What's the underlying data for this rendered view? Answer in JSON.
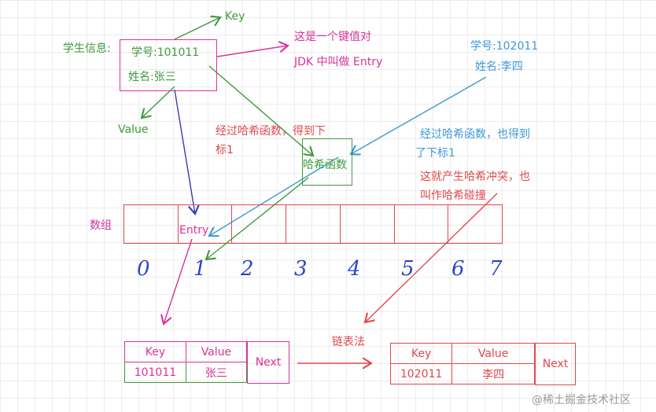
{
  "student1": {
    "prefix": "学生信息:",
    "id_line": "学号:101011",
    "name_line": "姓名:张三",
    "key_label": "Key",
    "value_label": "Value"
  },
  "note_kv": {
    "line1": "这是一个键值对",
    "line2": "JDK 中叫做 Entry"
  },
  "student2": {
    "id_line": "学号:102011",
    "name_line": "姓名:李四"
  },
  "hash_box": {
    "label": "哈希函数"
  },
  "note_hash1": {
    "line1": "经过哈希函数，得到下",
    "line2": "标1"
  },
  "note_hash2": {
    "line1": "经过哈希函数，也得到",
    "line2": "了下标1"
  },
  "note_collision": {
    "line1": "这就产生哈希冲突，也",
    "line2": "叫作哈希碰撞"
  },
  "array": {
    "label": "数组",
    "entry_label": "Entry",
    "indices": [
      "0",
      "1",
      "2",
      "3",
      "4",
      "5",
      "6",
      "7"
    ]
  },
  "chain_label": "链表法",
  "node1": {
    "key_header": "Key",
    "value_header": "Value",
    "key": "101011",
    "value": "张三",
    "next": "Next"
  },
  "node2": {
    "key_header": "Key",
    "value_header": "Value",
    "key": "102011",
    "value": "李四",
    "next": "Next"
  },
  "watermark": "@稀土掘金技术社区",
  "colors": {
    "green": "#3f9a3c",
    "pink": "#d8339a",
    "red": "#e0484b",
    "blue": "#3d99d6",
    "navy": "#3a3ac0"
  }
}
